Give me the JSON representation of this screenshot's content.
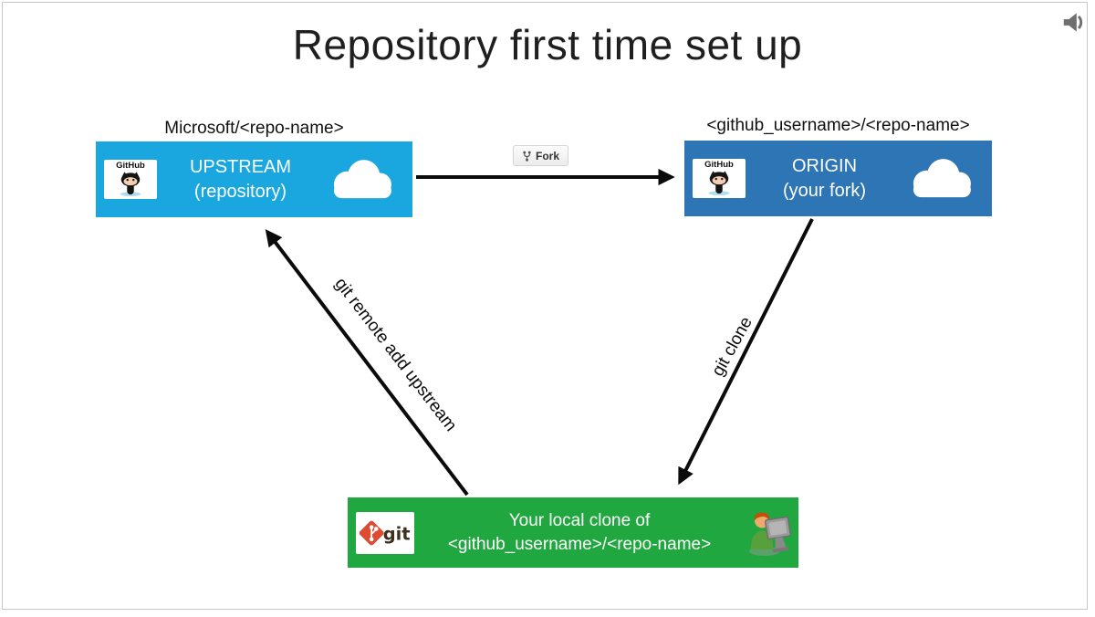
{
  "slide": {
    "title": "Repository first time set up"
  },
  "boxes": {
    "upstream": {
      "label_above": "Microsoft/<repo-name>",
      "title": "UPSTREAM",
      "subtitle": "(repository)",
      "color": "#1aa7e0",
      "logo": "GitHub",
      "logo_icon": "github-octocat-icon",
      "side_icon": "cloud-icon"
    },
    "origin": {
      "label_above": "<github_username>/<repo-name>",
      "title": "ORIGIN",
      "subtitle": "(your fork)",
      "color": "#2e75b6",
      "logo": "GitHub",
      "logo_icon": "github-octocat-icon",
      "side_icon": "cloud-icon"
    },
    "local_clone": {
      "title": "Your local clone of",
      "subtitle": "<github_username>/<repo-name>",
      "color": "#21a73f",
      "logo": "git",
      "logo_icon": "git-logo-icon",
      "side_icon": "person-at-computer-icon"
    }
  },
  "arrows": {
    "fork_button_label": "Fork",
    "git_clone_label": "git clone",
    "git_remote_label": "git remote add upstream",
    "color": "#0b0b0b"
  },
  "icons": {
    "audio": "speaker-icon"
  }
}
